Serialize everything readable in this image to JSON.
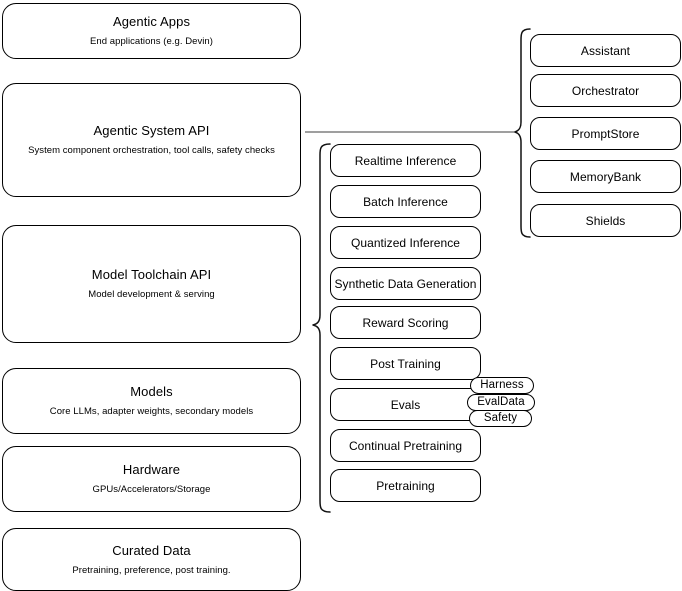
{
  "diagram": {
    "title": "Agentic stack layer diagram",
    "stroke_color": "#000000",
    "background_color": "#ffffff",
    "connector_color": "#555555"
  },
  "layers": [
    {
      "id": "agentic-apps",
      "title": "Agentic Apps",
      "subtitle": "End applications (e.g. Devin)"
    },
    {
      "id": "agentic-system-api",
      "title": "Agentic System API",
      "subtitle": "System component orchestration, tool calls, safety checks"
    },
    {
      "id": "model-toolchain-api",
      "title": "Model Toolchain API",
      "subtitle": "Model development & serving"
    },
    {
      "id": "models",
      "title": "Models",
      "subtitle": "Core LLMs, adapter weights, secondary models"
    },
    {
      "id": "hardware",
      "title": "Hardware",
      "subtitle": "GPUs/Accelerators/Storage"
    },
    {
      "id": "curated-data",
      "title": "Curated Data",
      "subtitle": "Pretraining, preference, post training."
    }
  ],
  "toolchain_components": [
    {
      "id": "realtime-inference",
      "label": "Realtime Inference"
    },
    {
      "id": "batch-inference",
      "label": "Batch Inference"
    },
    {
      "id": "quantized-inference",
      "label": "Quantized Inference"
    },
    {
      "id": "synthetic-data-generation",
      "label": "Synthetic Data Generation"
    },
    {
      "id": "reward-scoring",
      "label": "Reward Scoring"
    },
    {
      "id": "post-training",
      "label": "Post Training"
    },
    {
      "id": "evals",
      "label": "Evals"
    },
    {
      "id": "continual-pretraining",
      "label": "Continual Pretraining"
    },
    {
      "id": "pretraining",
      "label": "Pretraining"
    }
  ],
  "evals_badges": [
    {
      "id": "harness",
      "label": "Harness"
    },
    {
      "id": "evaldata",
      "label": "EvalData"
    },
    {
      "id": "safety",
      "label": "Safety"
    }
  ],
  "system_components": [
    {
      "id": "assistant",
      "label": "Assistant"
    },
    {
      "id": "orchestrator",
      "label": "Orchestrator"
    },
    {
      "id": "promptstore",
      "label": "PromptStore"
    },
    {
      "id": "memorybank",
      "label": "MemoryBank"
    },
    {
      "id": "shields",
      "label": "Shields"
    }
  ]
}
